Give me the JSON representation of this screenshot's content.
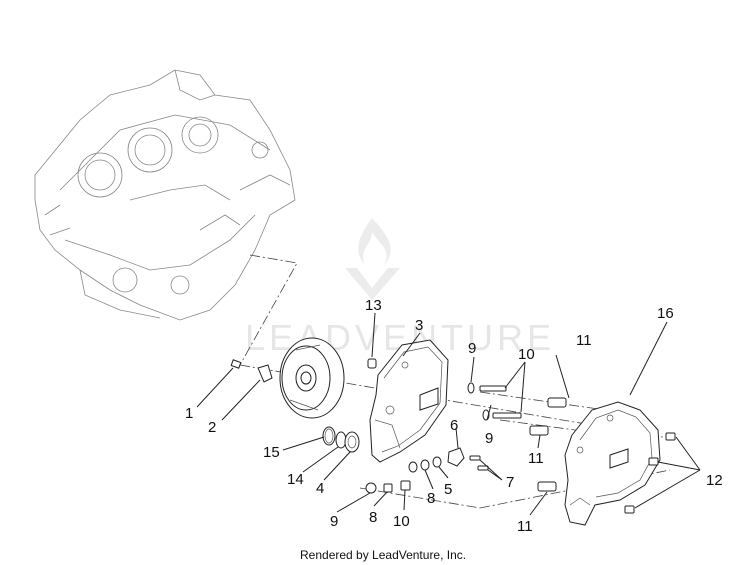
{
  "watermark": {
    "text": "LEADVENTURE"
  },
  "credit": "Rendered by LeadVenture, Inc.",
  "callouts": [
    "1",
    "2",
    "3",
    "4",
    "5",
    "6",
    "7",
    "8",
    "8",
    "9",
    "9",
    "9",
    "10",
    "10",
    "11",
    "11",
    "11",
    "12",
    "13",
    "14",
    "15",
    "16"
  ]
}
